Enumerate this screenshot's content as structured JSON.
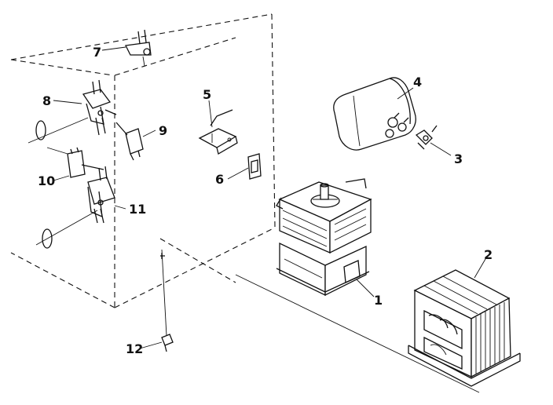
{
  "parts": [
    {
      "id": "1",
      "label": "1"
    },
    {
      "id": "2",
      "label": "2"
    },
    {
      "id": "3",
      "label": "3"
    },
    {
      "id": "4",
      "label": "4"
    },
    {
      "id": "5",
      "label": "5"
    },
    {
      "id": "6",
      "label": "6"
    },
    {
      "id": "7",
      "label": "7"
    },
    {
      "id": "8",
      "label": "8"
    },
    {
      "id": "9",
      "label": "9"
    },
    {
      "id": "10",
      "label": "10"
    },
    {
      "id": "11",
      "label": "11"
    },
    {
      "id": "12",
      "label": "12"
    }
  ]
}
